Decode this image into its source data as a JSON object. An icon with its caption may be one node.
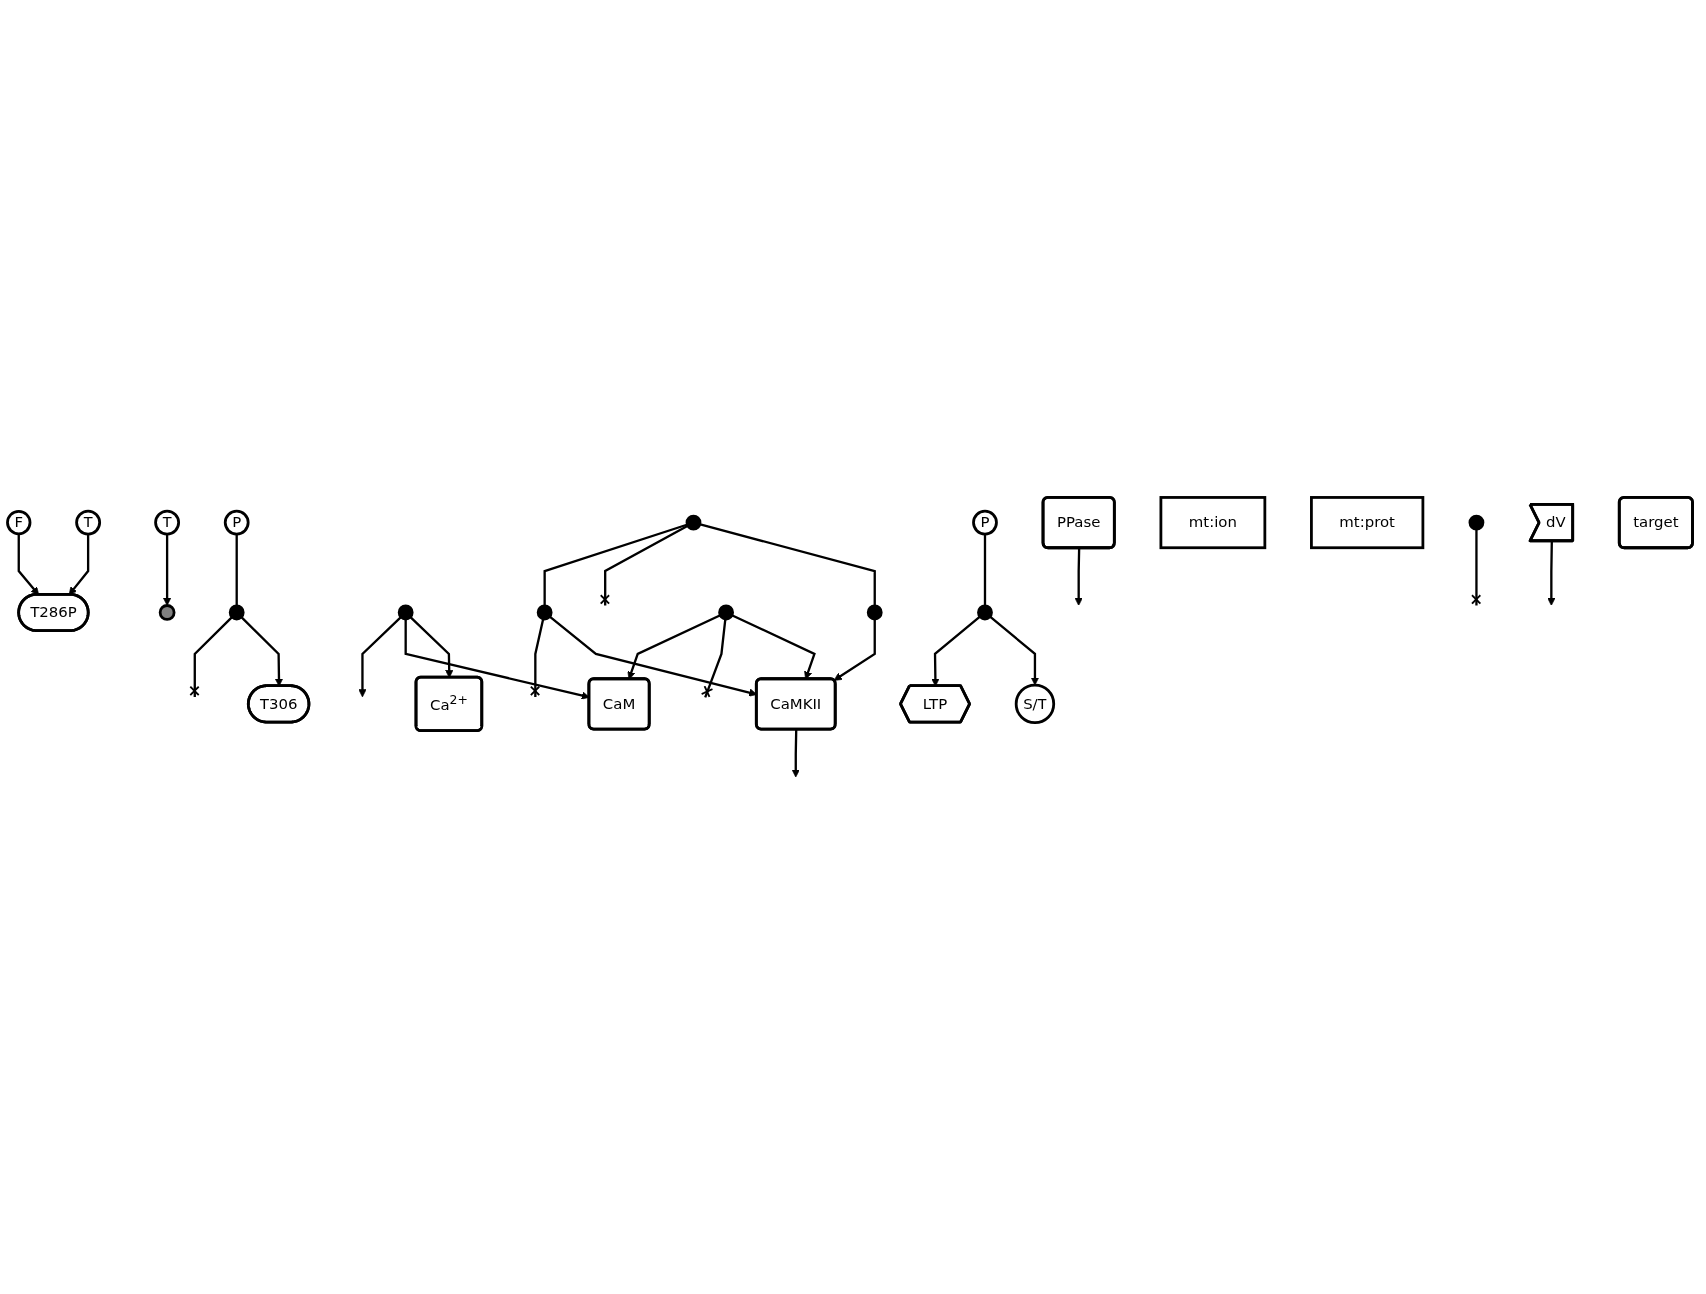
{
  "diagram": {
    "nodes": [
      {
        "text": [
          "T"
        ]
      },
      {
        "text": [
          "F"
        ]
      },
      {
        "text": [],
        "shape": "circle"
      },
      {
        "text": [
          "PPase"
        ]
      },
      {
        "text": [
          "P"
        ]
      },
      {
        "text": [
          "T"
        ]
      },
      {
        "text": [],
        "shape": "circle"
      },
      {
        "text": [
          "dV"
        ]
      },
      {
        "text": [
          "T286P"
        ]
      },
      {
        "text": [
          "T306"
        ]
      },
      {
        "text": [],
        "shape": "circle"
      },
      {
        "text": [
          "mt:ion"
        ]
      },
      {
        "text": [
          "CaMKII"
        ]
      },
      {
        "text": [
          "Ca$^{2+}$"
        ]
      },
      {
        "text": [
          "mt:prot"
        ]
      },
      {
        "text": [],
        "shape": "circle"
      },
      {
        "text": [],
        "shape": "circle"
      },
      {
        "text": [],
        "shape": "circle"
      },
      {
        "text": [],
        "shape": "circle"
      },
      {
        "text": [],
        "shape": "circle"
      },
      {
        "text": [
          "CaM"
        ]
      },
      {
        "text": [
          "P"
        ]
      },
      {
        "text": [],
        "shape": "circle"
      },
      {
        "text": [
          "S/T"
        ]
      },
      {
        "text": [
          "target"
        ]
      },
      {
        "text": [
          "LTP"
        ]
      }
    ],
    "edges": [
      {
        "from": 0,
        "to": 8,
        "arrow": "to"
      },
      {
        "from": 1,
        "to": 8,
        "arrow": "to"
      },
      {
        "from": 3,
        "to": null,
        "arrow": "to"
      },
      {
        "from": 2,
        "to": null,
        "arrow": "other"
      },
      {
        "from": 4,
        "to": 6,
        "arrow": "none"
      },
      {
        "from": 6,
        "to": 9,
        "arrow": "to"
      },
      {
        "from": 6,
        "to": null,
        "arrow": "other"
      },
      {
        "from": 7,
        "to": null,
        "arrow": "to"
      },
      {
        "from": 5,
        "to": 10,
        "arrow": "to"
      },
      {
        "from": 15,
        "to": 13,
        "arrow": "to"
      },
      {
        "from": 15,
        "to": 20,
        "arrow": "to"
      },
      {
        "from": 15,
        "to": null,
        "arrow": "to"
      },
      {
        "from": 17,
        "to": 12,
        "arrow": "to"
      },
      {
        "from": 18,
        "to": 17,
        "arrow": "none"
      },
      {
        "from": 18,
        "to": null,
        "arrow": "other"
      },
      {
        "from": 16,
        "to": 12,
        "arrow": "to"
      },
      {
        "from": 18,
        "to": 16,
        "arrow": "none"
      },
      {
        "from": 16,
        "to": null,
        "arrow": "other"
      },
      {
        "from": 19,
        "to": 12,
        "arrow": "to"
      },
      {
        "from": 19,
        "to": null,
        "arrow": "other"
      },
      {
        "from": 19,
        "to": 20,
        "arrow": "to"
      },
      {
        "from": 12,
        "to": null,
        "arrow": "to"
      },
      {
        "from": 21,
        "to": 22,
        "arrow": "none"
      },
      {
        "from": 22,
        "to": 23,
        "arrow": "to"
      },
      {
        "from": 22,
        "to": 25,
        "arrow": "to"
      }
    ]
  }
}
